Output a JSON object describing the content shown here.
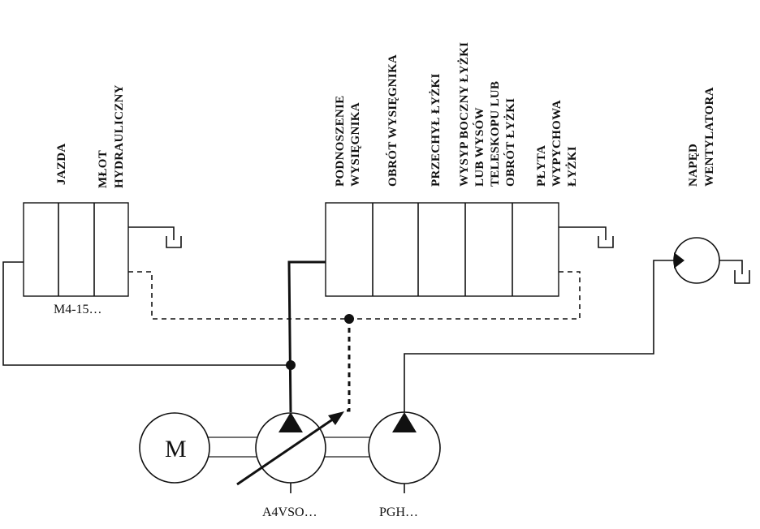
{
  "labels": {
    "jazda": "JAZDA",
    "mlot_1": "MŁOT",
    "mlot_2": "HYDRAULICZNY",
    "podnoszenie_1": "PODNOSZENIE",
    "podnoszenie_2": "WYSIĘGNIKA",
    "obrot_wysiegnika": "OBRÓT WYSIĘGNIKA",
    "przechyl_lyzki": "PRZECHYŁ ŁYŻKI",
    "wysyp_1": "WYSYP BOCZNY ŁYŻKI",
    "wysyp_2": "LUB WYSÓW",
    "wysyp_3": "TELESKOPU LUB",
    "wysyp_4": "OBRÓT ŁYŻKI",
    "plyta_1": "PŁYTA",
    "plyta_2": "WYPYCHOWA",
    "plyta_3": "ŁYŻKI",
    "naped_1": "NAPĘD",
    "naped_2": "WENTYLATORA"
  },
  "components": {
    "valve_block_left": "M4-15…",
    "motor": "M",
    "pump_variable": "A4VSO…",
    "pump_fixed": "PGH…"
  }
}
